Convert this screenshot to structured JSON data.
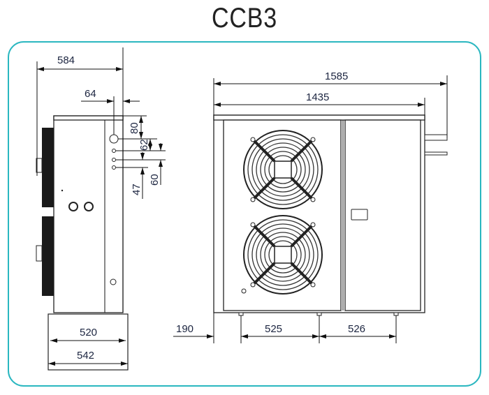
{
  "title": "CCB3",
  "colors": {
    "frame": "#2ab7c0",
    "dimension_text": "#1c2540",
    "line": "#111111"
  },
  "side_view": {
    "dimensions": {
      "depth": "584",
      "pipe_offset": "64",
      "top_to_pipe": "80",
      "pipe_spacing_1": "62",
      "pipe_spacing_2": "60",
      "pipe_spacing_3": "47",
      "base_inner": "520",
      "base_outer": "542"
    }
  },
  "front_view": {
    "dimensions": {
      "overall_width": "1585",
      "body_width": "1435",
      "left_offset": "190",
      "foot_spacing_1": "525",
      "foot_spacing_2": "526"
    },
    "fans": 2
  }
}
